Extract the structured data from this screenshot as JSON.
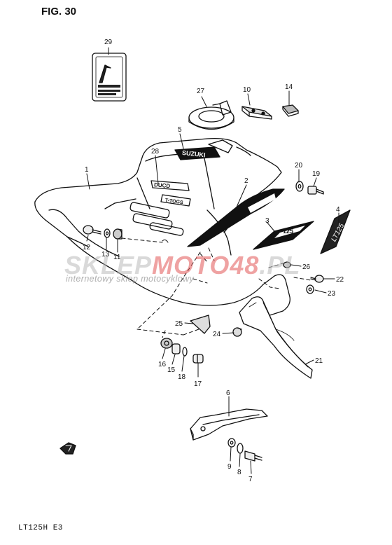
{
  "figure": {
    "title": "FIG. 30",
    "model_code": "LT125H  E3"
  },
  "watermark": {
    "brand_part1": "SKLEP",
    "brand_part2": "MOTO",
    "brand_part3": "48",
    "brand_part4": ".PL",
    "tagline": "internetowy sklep motocyklowy",
    "brand_color_1": "#b9b9b9",
    "brand_color_2": "#e15555"
  },
  "decals": {
    "suzuki": "SUZUKI",
    "ducd_line1": "DUCD",
    "ducd_line2": "T-TOGS",
    "model_125": "125",
    "label_2": "LT125"
  },
  "callouts": [
    {
      "id": "c1",
      "num": "1"
    },
    {
      "id": "c2",
      "num": "2"
    },
    {
      "id": "c3",
      "num": "3"
    },
    {
      "id": "c4",
      "num": "4"
    },
    {
      "id": "c5",
      "num": "5"
    },
    {
      "id": "c6",
      "num": "6"
    },
    {
      "id": "c7",
      "num": "7"
    },
    {
      "id": "c8",
      "num": "8"
    },
    {
      "id": "c9",
      "num": "9"
    },
    {
      "id": "c10",
      "num": "10"
    },
    {
      "id": "c11",
      "num": "11"
    },
    {
      "id": "c12",
      "num": "12"
    },
    {
      "id": "c13",
      "num": "13"
    },
    {
      "id": "c14",
      "num": "14"
    },
    {
      "id": "c15",
      "num": "15"
    },
    {
      "id": "c16",
      "num": "16"
    },
    {
      "id": "c17",
      "num": "17"
    },
    {
      "id": "c18",
      "num": "18"
    },
    {
      "id": "c19",
      "num": "19"
    },
    {
      "id": "c20",
      "num": "20"
    },
    {
      "id": "c21",
      "num": "21"
    },
    {
      "id": "c22",
      "num": "22"
    },
    {
      "id": "c23",
      "num": "23"
    },
    {
      "id": "c24",
      "num": "24"
    },
    {
      "id": "c25",
      "num": "25"
    },
    {
      "id": "c26",
      "num": "26"
    },
    {
      "id": "c27",
      "num": "27"
    },
    {
      "id": "c28",
      "num": "28"
    },
    {
      "id": "c29",
      "num": "29"
    }
  ]
}
